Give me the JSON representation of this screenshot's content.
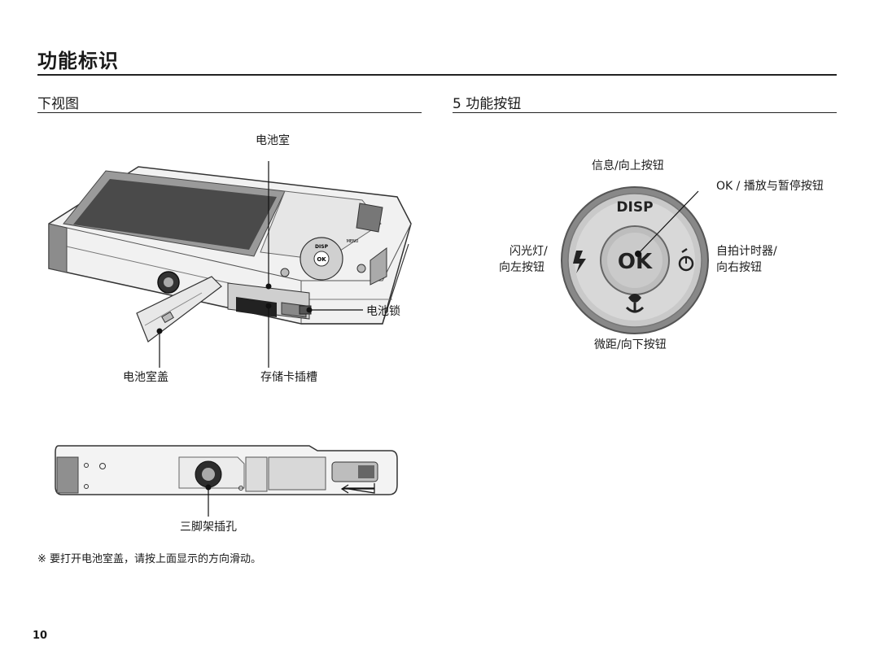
{
  "page": {
    "title": "功能标识",
    "page_number": "10",
    "note": "※ 要打开电池室盖，请按上面显示的方向滑动。"
  },
  "bottom_view": {
    "section_title": "下视图",
    "labels": {
      "battery_chamber": "电池室",
      "battery_lock": "电池锁",
      "battery_cover": "电池室盖",
      "card_slot": "存储卡插槽",
      "tripod": "三脚架插孔"
    },
    "printed_marks": {
      "disp": "DISP",
      "ok": "OK",
      "menu": "MENU"
    }
  },
  "buttons": {
    "section_title": "5 功能按钮",
    "labels": {
      "info_up": "信息/向上按钮",
      "ok_play": "OK / 播放与暂停按钮",
      "flash_left_1": "闪光灯/",
      "flash_left_2": "向左按钮",
      "timer_right_1": "自拍计时器/",
      "timer_right_2": "向右按钮",
      "macro_down": "微距/向下按钮"
    },
    "dial": {
      "disp_label": "DISP",
      "ok_label": "OK"
    },
    "colors": {
      "dial_outer": "#8a8a8a",
      "dial_ring": "#c9c9c9",
      "ok_center": "#bdbdbd"
    }
  }
}
